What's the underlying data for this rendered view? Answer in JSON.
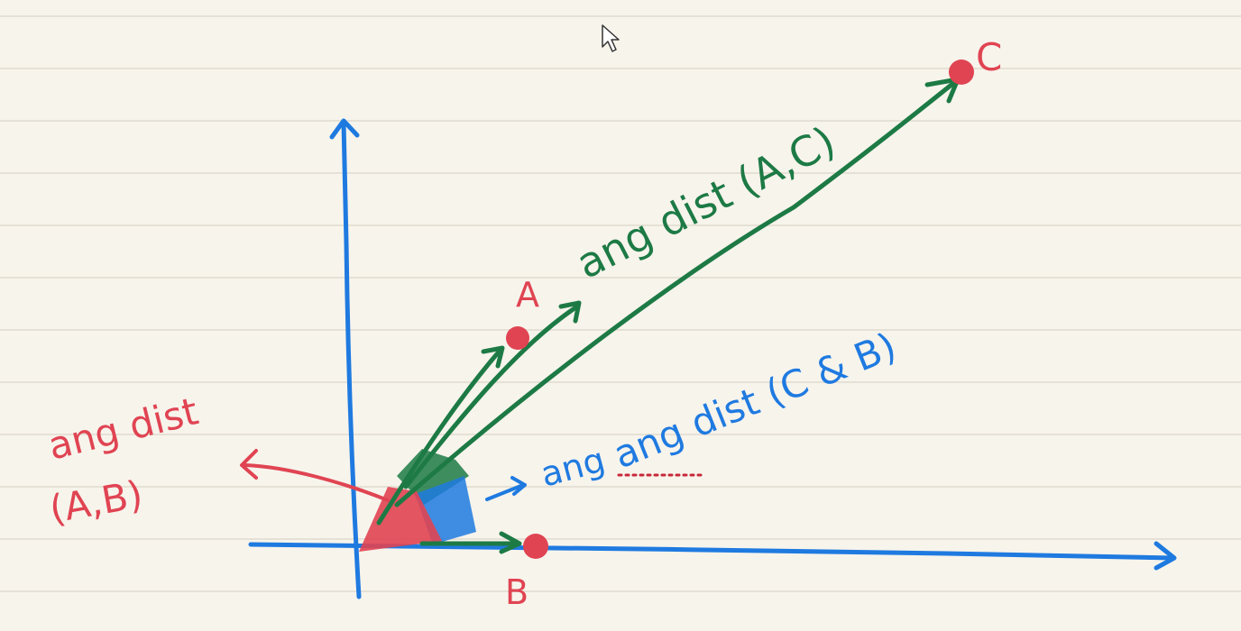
{
  "colors": {
    "paper": "#f7f4ec",
    "rule": "#e6e1d6",
    "axis_blue": "#1f7ae0",
    "red": "#e04452",
    "green": "#1d7a45",
    "cursor": "#ffffff"
  },
  "points": {
    "a": "A",
    "b": "B",
    "c": "C"
  },
  "labels": {
    "angle_ac": "ang dist (A,C)",
    "angle_cb": "ang dist (C & B)",
    "angle_ab_line1": "ang dist",
    "angle_ab_line2": "(A,B)",
    "angle_unknown": "ang"
  },
  "icons": {
    "cursor": "mouse-pointer-icon"
  }
}
